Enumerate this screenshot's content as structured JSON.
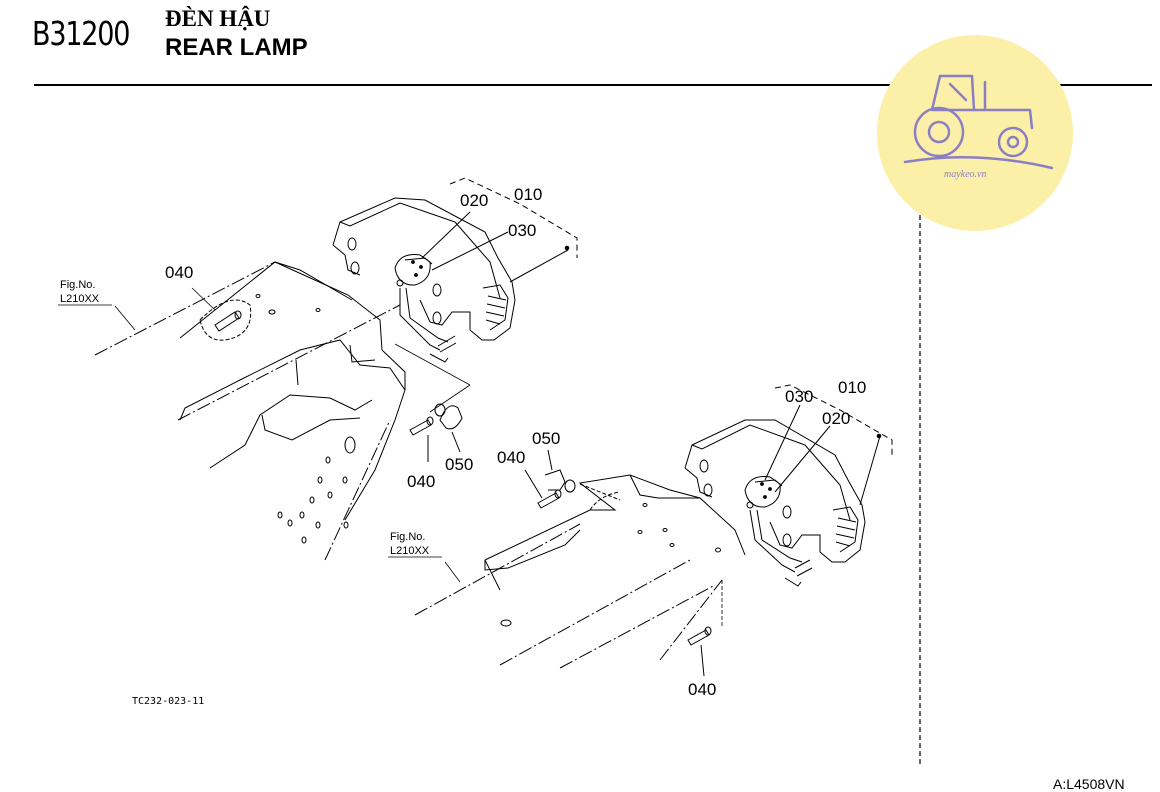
{
  "header": {
    "model_code": "B31200",
    "title_vi": "ĐÈN HẬU",
    "title_en": "REAR LAMP"
  },
  "watermark": {
    "text": "maykeo.vn",
    "icon": "tractor-icon",
    "circle_color": "#fcefa8",
    "icon_color": "#8b7fc4"
  },
  "callouts": {
    "left_010": "010",
    "left_020": "020",
    "left_030": "030",
    "left_040": "040",
    "left_040b": "040",
    "left_050": "050",
    "right_010": "010",
    "right_020": "020",
    "right_030": "030",
    "right_040": "040",
    "right_050": "050",
    "right_040b": "040"
  },
  "fig_refs": {
    "left": {
      "line1": "Fig.No.",
      "line2": "L210XX"
    },
    "right": {
      "line1": "Fig.No.",
      "line2": "L210XX"
    }
  },
  "footer": {
    "drawing_code": "TC232-023-11",
    "page_code": "A:L4508VN"
  }
}
